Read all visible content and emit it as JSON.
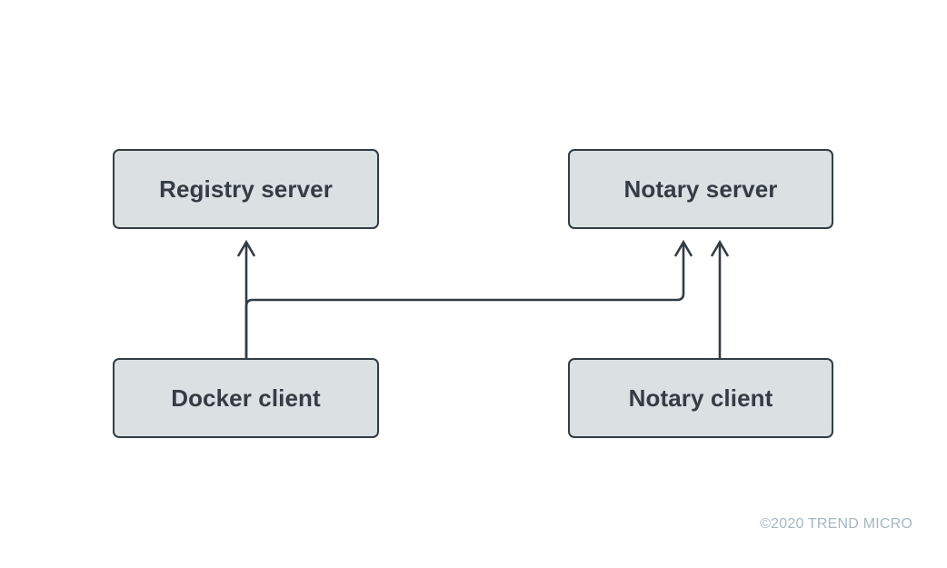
{
  "diagram": {
    "title": "Docker Content Trust component interaction diagram",
    "background_color": "#ffffff",
    "node_fill_color": "#dbe0e3",
    "node_border_color": "#343c44",
    "connector_color": "#343c44",
    "label_text_color": "#343c44",
    "copyright_text_color": "#a7b6c0",
    "nodes": [
      {
        "id": "registry-server",
        "label": "Registry server",
        "role": "server",
        "column": "left",
        "row": "top"
      },
      {
        "id": "notary-server",
        "label": "Notary server",
        "role": "server",
        "column": "right",
        "row": "top"
      },
      {
        "id": "docker-client",
        "label": "Docker client",
        "role": "client",
        "column": "left",
        "row": "bottom"
      },
      {
        "id": "notary-client",
        "label": "Notary client",
        "role": "client",
        "column": "right",
        "row": "bottom"
      }
    ],
    "connectors": [
      {
        "id": "docker-client-to-registry-server",
        "from": "docker-client",
        "to": "registry-server",
        "style": "straight-vertical",
        "arrowhead": "open-v-at-target"
      },
      {
        "id": "docker-client-to-notary-server",
        "from": "docker-client",
        "to": "notary-server",
        "style": "elbow-rounded",
        "arrowhead": "open-v-at-target"
      },
      {
        "id": "notary-client-to-notary-server",
        "from": "notary-client",
        "to": "notary-server",
        "style": "straight-vertical",
        "arrowhead": "open-v-at-target"
      }
    ]
  },
  "footer": {
    "copyright": "©2020 TREND MICRO"
  }
}
